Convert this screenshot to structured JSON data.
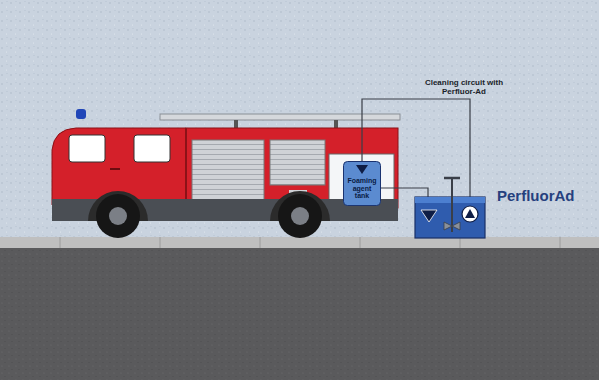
{
  "diagram": {
    "nodes": [
      {
        "text": [
          "Foaming agent tank"
        ]
      }
    ],
    "labels": [
      "Cleaning circuit with Perfluor-Ad",
      "PerfluorAd"
    ]
  }
}
